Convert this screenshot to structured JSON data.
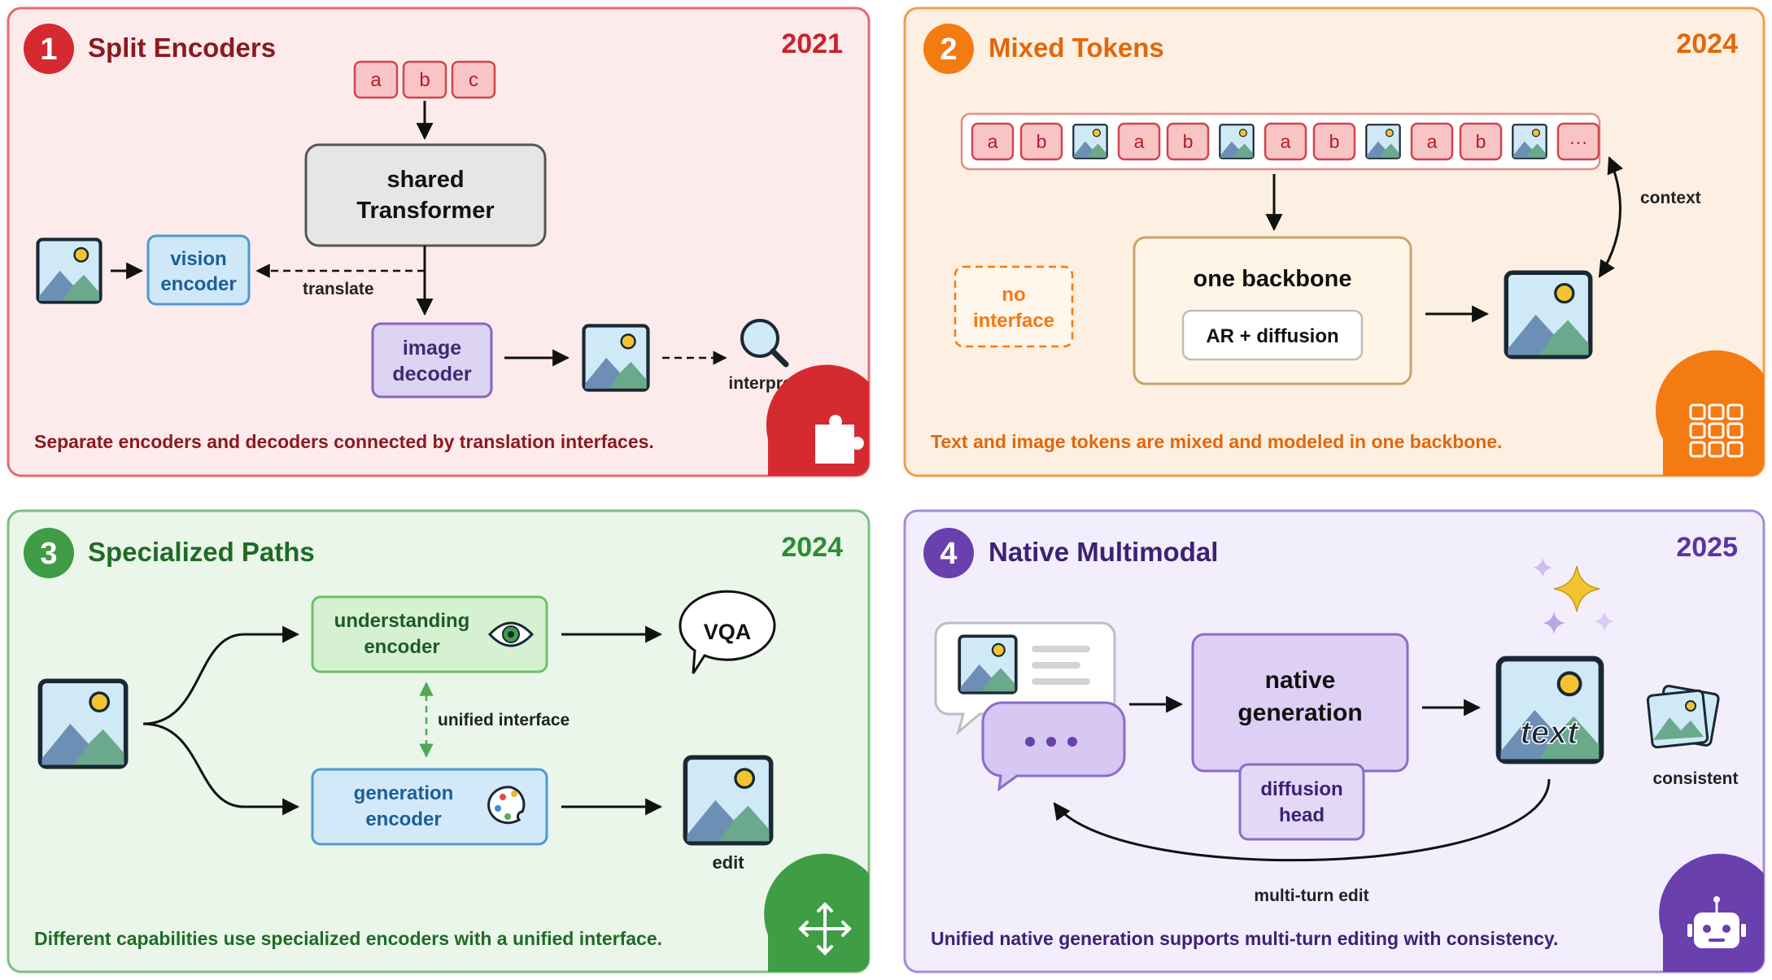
{
  "panels": [
    {
      "number": "1",
      "title": "Split Encoders",
      "year": "2021",
      "caption": "Separate encoders and decoders connected by translation interfaces.",
      "accent": "#d42a30",
      "tokens": [
        "a",
        "b",
        "c"
      ],
      "shared_line1": "shared",
      "shared_line2": "Transformer",
      "vision_line1": "vision",
      "vision_line2": "encoder",
      "translate_label": "translate",
      "decoder_line1": "image",
      "decoder_line2": "decoder",
      "interpret_label": "interpret",
      "corner_icon": "puzzle-icon"
    },
    {
      "number": "2",
      "title": "Mixed Tokens",
      "year": "2024",
      "caption": "Text and image tokens are mixed and modeled in one backbone.",
      "accent": "#f47a12",
      "sequence": [
        "a",
        "b",
        "img",
        "a",
        "b",
        "img",
        "a",
        "b",
        "img",
        "a",
        "b",
        "img",
        "···"
      ],
      "no_interface_line1": "no",
      "no_interface_line2": "interface",
      "backbone_label": "one backbone",
      "ar_label": "AR + diffusion",
      "context_label": "context",
      "corner_icon": "grid-icon"
    },
    {
      "number": "3",
      "title": "Specialized Paths",
      "year": "2024",
      "caption": "Different capabilities use specialized encoders with a unified interface.",
      "accent": "#3f9d45",
      "understanding_line1": "understanding",
      "understanding_line2": "encoder",
      "generation_line1": "generation",
      "generation_line2": "encoder",
      "unified_label": "unified interface",
      "vqa_label": "VQA",
      "edit_label": "edit",
      "corner_icon": "move-arrows-icon"
    },
    {
      "number": "4",
      "title": "Native Multimodal",
      "year": "2025",
      "caption": "Unified native generation supports multi-turn editing with consistency.",
      "accent": "#6a3fae",
      "native_line1": "native",
      "native_line2": "generation",
      "diffusion_line1": "diffusion",
      "diffusion_line2": "head",
      "text_overlay": "text",
      "consistent_label": "consistent",
      "multiturn_label": "multi-turn edit",
      "corner_icon": "robot-icon"
    }
  ]
}
